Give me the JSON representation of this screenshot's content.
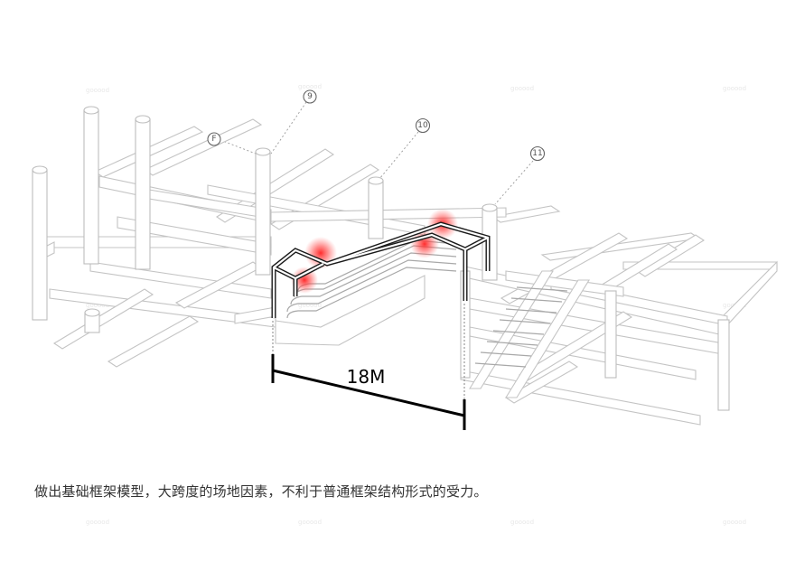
{
  "grid_labels": {
    "f": "F",
    "g9": "9",
    "g10": "10",
    "g11": "11"
  },
  "dimension": {
    "label": "18M"
  },
  "caption": "做出基础框架模型，大跨度的场地因素，不利于普通框架结构形式的受力。",
  "colors": {
    "structure_stroke": "#c4c4c4",
    "highlight_frame": "#1a1a1a",
    "stress_glow": "#ff3b3b",
    "dimension": "#000000",
    "caption_text": "#333333"
  },
  "icons": {
    "grid_bubble": "grid-axis-bubble-icon",
    "stress_point": "stress-point-glow-icon"
  }
}
